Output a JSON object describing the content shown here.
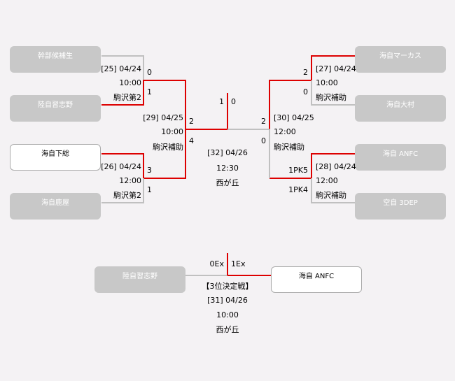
{
  "teams": {
    "t1": "幹部候補生",
    "t2": "陸自習志野",
    "t3": "海自下総",
    "t4": "海自鹿屋",
    "t5": "海自マーカス",
    "t6": "海自大村",
    "t7": "海自 ANFC",
    "t8": "空自 3DEP",
    "third_left": "陸自習志野",
    "third_right": "海自 ANFC"
  },
  "matches": {
    "m25": {
      "no_date": "[25] 04/24",
      "time": "10:00",
      "venue": "駒沢第2",
      "score_top": "0",
      "score_bottom": "1"
    },
    "m26": {
      "no_date": "[26] 04/24",
      "time": "12:00",
      "venue": "駒沢第2",
      "score_top": "3",
      "score_bottom": "1"
    },
    "m27": {
      "no_date": "[27] 04/24",
      "time": "10:00",
      "venue": "駒沢補助",
      "score_top": "2",
      "score_bottom": "0"
    },
    "m28": {
      "no_date": "[28] 04/24",
      "time": "12:00",
      "venue": "駒沢補助",
      "score_top": "1PK5",
      "score_bottom": "1PK4"
    },
    "m29": {
      "no_date": "[29] 04/25",
      "time": "10:00",
      "venue": "駒沢補助",
      "score_top": "2",
      "score_bottom": "4"
    },
    "m30": {
      "no_date": "[30] 04/25",
      "time": "12:00",
      "venue": "駒沢補助",
      "score_top": "2",
      "score_bottom": "0"
    },
    "m32": {
      "no_date": "[32] 04/26",
      "time": "12:30",
      "venue": "西が丘",
      "score_left": "1",
      "score_right": "0"
    },
    "m31": {
      "label": "【3位決定戦】",
      "no_date": "[31] 04/26",
      "time": "10:00",
      "venue": "西が丘",
      "score_left": "0Ex",
      "score_right": "1Ex"
    }
  },
  "colors": {
    "win_line": "#dd0000",
    "lose_line": "#c0c0c0",
    "team_box": "#c8c8c8",
    "background": "#f4f2f4"
  }
}
